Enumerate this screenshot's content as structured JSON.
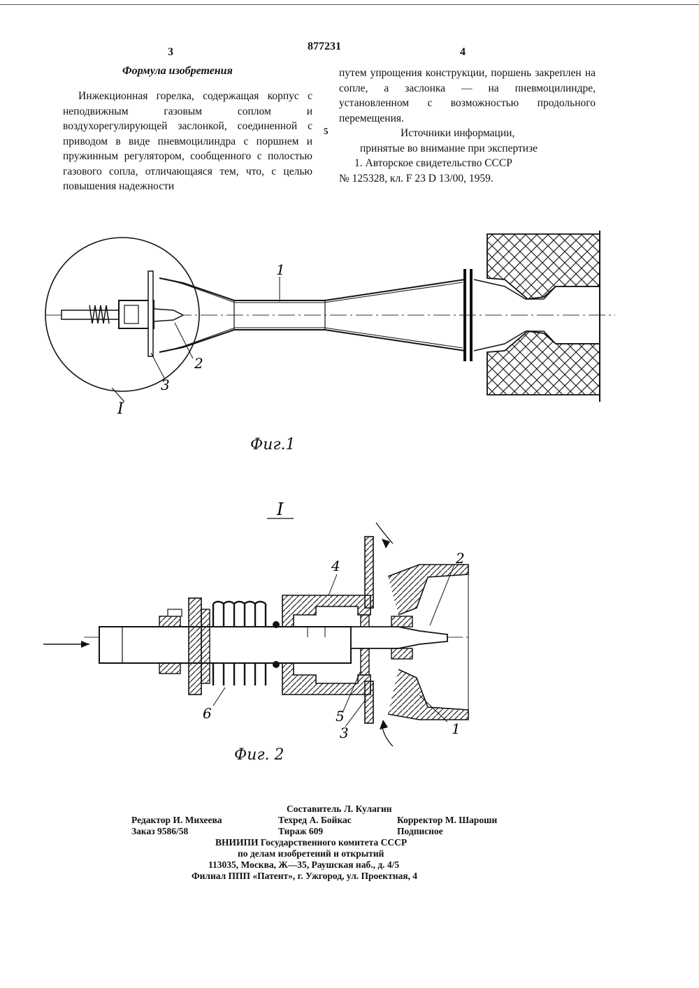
{
  "header": {
    "patent_number": "877231",
    "page_left": "3",
    "page_right": "4",
    "line_marker": "5"
  },
  "claims": {
    "title": "Формула изобретения",
    "text_left": "Инжекционная горелка, содержащая корпус с неподвижным газовым соплом и воздухорегулирующей заслонкой, соединенной с приводом в виде пневмоцилиндра с поршнем и пружинным регулятором, сообщенного с полостью газового сопла, отличающаяся тем, что, с целью повышения надежности",
    "text_right": "путем упрощения конструкции, поршень закреплен на сопле, а заслонка — на пневмоцилиндре, установленном с возможностью продольного перемещения."
  },
  "sources": {
    "title_1": "Источники информации,",
    "title_2": "принятые во внимание при экспертизе",
    "item_1": "1. Авторское свидетельство СССР",
    "item_1_cont": "№ 125328, кл. F 23 D 13/00, 1959."
  },
  "figures": {
    "fig1": {
      "caption": "Фиг.1",
      "labels": {
        "body": "1",
        "nozzle": "2",
        "damper": "3",
        "detail": "I"
      }
    },
    "fig2": {
      "caption": "Фиг. 2",
      "detail_title": "I",
      "labels": {
        "cylinder": "4",
        "piston": "5",
        "spring": "6",
        "damper": "3",
        "body": "1",
        "nozzle": "2"
      }
    }
  },
  "imprint": {
    "compiler": "Составитель Л. Кулагин",
    "editor": "Редактор И. Михеева",
    "tech_editor": "Техред А. Бойкас",
    "proofreader": "Корректор М. Шароши",
    "order": "Заказ 9586/58",
    "circulation": "Тираж 609",
    "subscription": "Подписное",
    "org": "ВНИИПИ Государственного комитета СССР",
    "dept": "по делам изобретений и открытий",
    "address": "113035, Москва, Ж—35, Раушская наб., д. 4/5",
    "branch": "Филиал ППП «Патент», г. Ужгород, ул. Проектная, 4"
  }
}
